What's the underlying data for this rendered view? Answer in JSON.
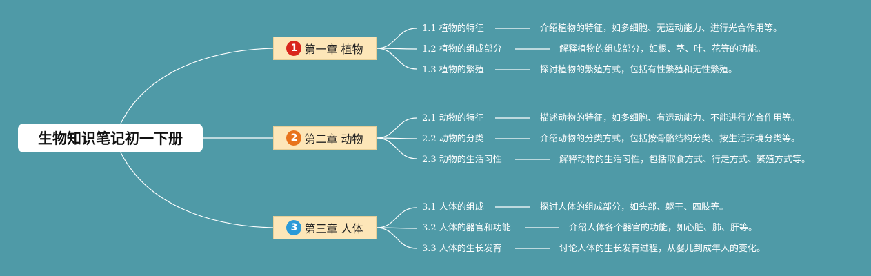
{
  "root": {
    "title": "生物知识笔记初一下册"
  },
  "colors": {
    "background": "#4f9aa7",
    "line": "#ffffff",
    "chapter_fill": "#fde6b8"
  },
  "chapters": [
    {
      "number": "1",
      "badge_color": "#d9261c",
      "title": "第一章 植物",
      "topics": [
        {
          "label": "1.1 植物的特征",
          "desc": "介绍植物的特征，如多细胞、无运动能力、进行光合作用等。"
        },
        {
          "label": "1.2 植物的组成部分",
          "desc": "解释植物的组成部分，如根、茎、叶、花等的功能。"
        },
        {
          "label": "1.3 植物的繁殖",
          "desc": "探讨植物的繁殖方式，包括有性繁殖和无性繁殖。"
        }
      ]
    },
    {
      "number": "2",
      "badge_color": "#e8731c",
      "title": "第二章 动物",
      "topics": [
        {
          "label": "2.1 动物的特征",
          "desc": "描述动物的特征，如多细胞、有运动能力、不能进行光合作用等。"
        },
        {
          "label": "2.2 动物的分类",
          "desc": "介绍动物的分类方式，包括按骨骼结构分类、按生活环境分类等。"
        },
        {
          "label": "2.3 动物的生活习性",
          "desc": "解释动物的生活习性，包括取食方式、行走方式、繁殖方式等。"
        }
      ]
    },
    {
      "number": "3",
      "badge_color": "#2a9ad8",
      "title": "第三章 人体",
      "topics": [
        {
          "label": "3.1 人体的组成",
          "desc": "探讨人体的组成部分，如头部、躯干、四肢等。"
        },
        {
          "label": "3.2 人体的器官和功能",
          "desc": "介绍人体各个器官的功能，如心脏、肺、肝等。"
        },
        {
          "label": "3.3 人体的生长发育",
          "desc": "讨论人体的生长发育过程，从婴儿到成年人的变化。"
        }
      ]
    }
  ]
}
